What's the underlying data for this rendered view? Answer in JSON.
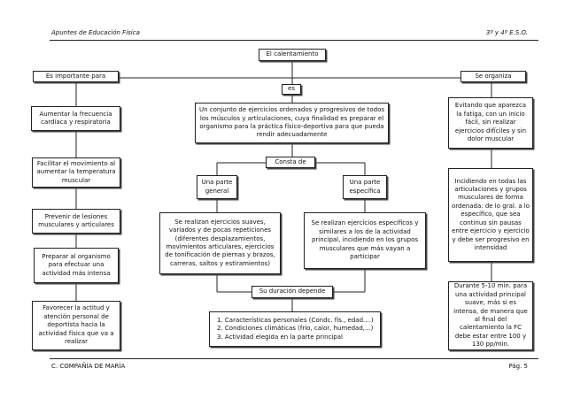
{
  "header": {
    "left": "Apuntes de Educación Física",
    "right": "3º y 4º E.S.O."
  },
  "footer": {
    "left": "C. COMPAÑÍA DE MARÍA",
    "right": "Pág. 5"
  },
  "diagram": {
    "title": "El calentamiento",
    "left_branch": {
      "label": "Es importante para",
      "items": [
        "Aumentar la frecuencia cardíaca y respiratoria",
        "Facilitar el movimiento al aumentar la temperatura muscular",
        "Prevenir de lesiones musculares y articulares",
        "Preparar al organismo para efectuar una actividad más intensa",
        "Favorecer la actitud y atención personal de deportista hacia la actividad física que va a realizar"
      ]
    },
    "center": {
      "connector": "es",
      "definition": "Un conjunto de ejercicios ordenados y progresivos de todos los músculos y articulaciones, cuya finalidad es preparar el organismo para la práctica físico-deportiva para que pueda rendir adecuadamente",
      "consta_de": "Consta de",
      "general_part": "Una parte general",
      "specific_part": "Una parte específica",
      "general_desc": "Se realizan ejercicios suaves, variados y de pocas repeticiones (diferentes desplazamientos, movimientos articulares, ejercicios de tonificación de piernas y brazos, carreras, saltos y estiramientos)",
      "specific_desc": "Se realizan ejercicios específicos y similares a los de la actividad principal, incidiendo en los grupos musculares que más vayan a participar",
      "duration_label": "Su duración depende",
      "factors": [
        "1. Características personales (Condc. fís., edad....)",
        "2. Condiciones climáticas (frío, calor, humedad,...)",
        "3. Actividad elegida en la parte principal"
      ]
    },
    "right_branch": {
      "label": "Se organiza",
      "items": [
        "Evitando que aparezca la fatiga, con un inicio fácil, sin realizar ejercicios difíciles y sin dolor muscular",
        "Incidiendo en todas las articulaciones y grupos musculares de forma ordenada: de lo gral. a lo específico, que sea continuo sin pausas entre ejercicio y ejercicio y debe ser progresivo en intensidad",
        "Durante 5-10 min. para una actividad principal suave, más si es intensa, de manera que al final del calentamiento la FC debe estar entre 100 y 130 pp/min."
      ]
    }
  }
}
